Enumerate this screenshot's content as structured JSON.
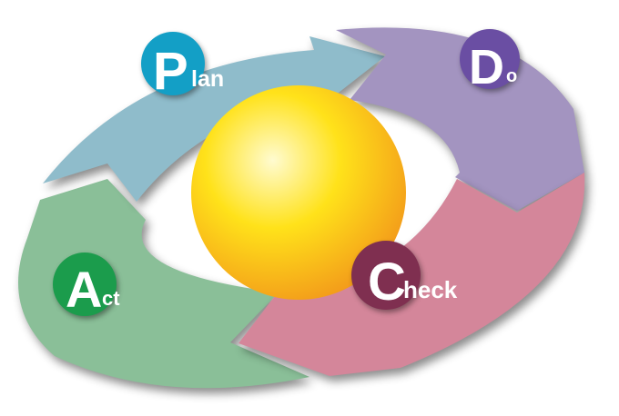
{
  "stages": [
    {
      "key": "plan",
      "initial": "P",
      "rest": "lan",
      "arrow_color": "#8fbccb",
      "circle_color": "#139fc6"
    },
    {
      "key": "do",
      "initial": "D",
      "rest": "o",
      "arrow_color": "#a394c0",
      "circle_color": "#6a4ea3"
    },
    {
      "key": "check",
      "initial": "C",
      "rest": "heck",
      "arrow_color": "#d4869a",
      "circle_color": "#7f2f50"
    },
    {
      "key": "act",
      "initial": "A",
      "rest": "ct",
      "arrow_color": "#8abf98",
      "circle_color": "#1b9c4c"
    }
  ],
  "sphere": {
    "highlight": "#fffbd0",
    "mid": "#ffe21a",
    "edge": "#f39a1a"
  }
}
